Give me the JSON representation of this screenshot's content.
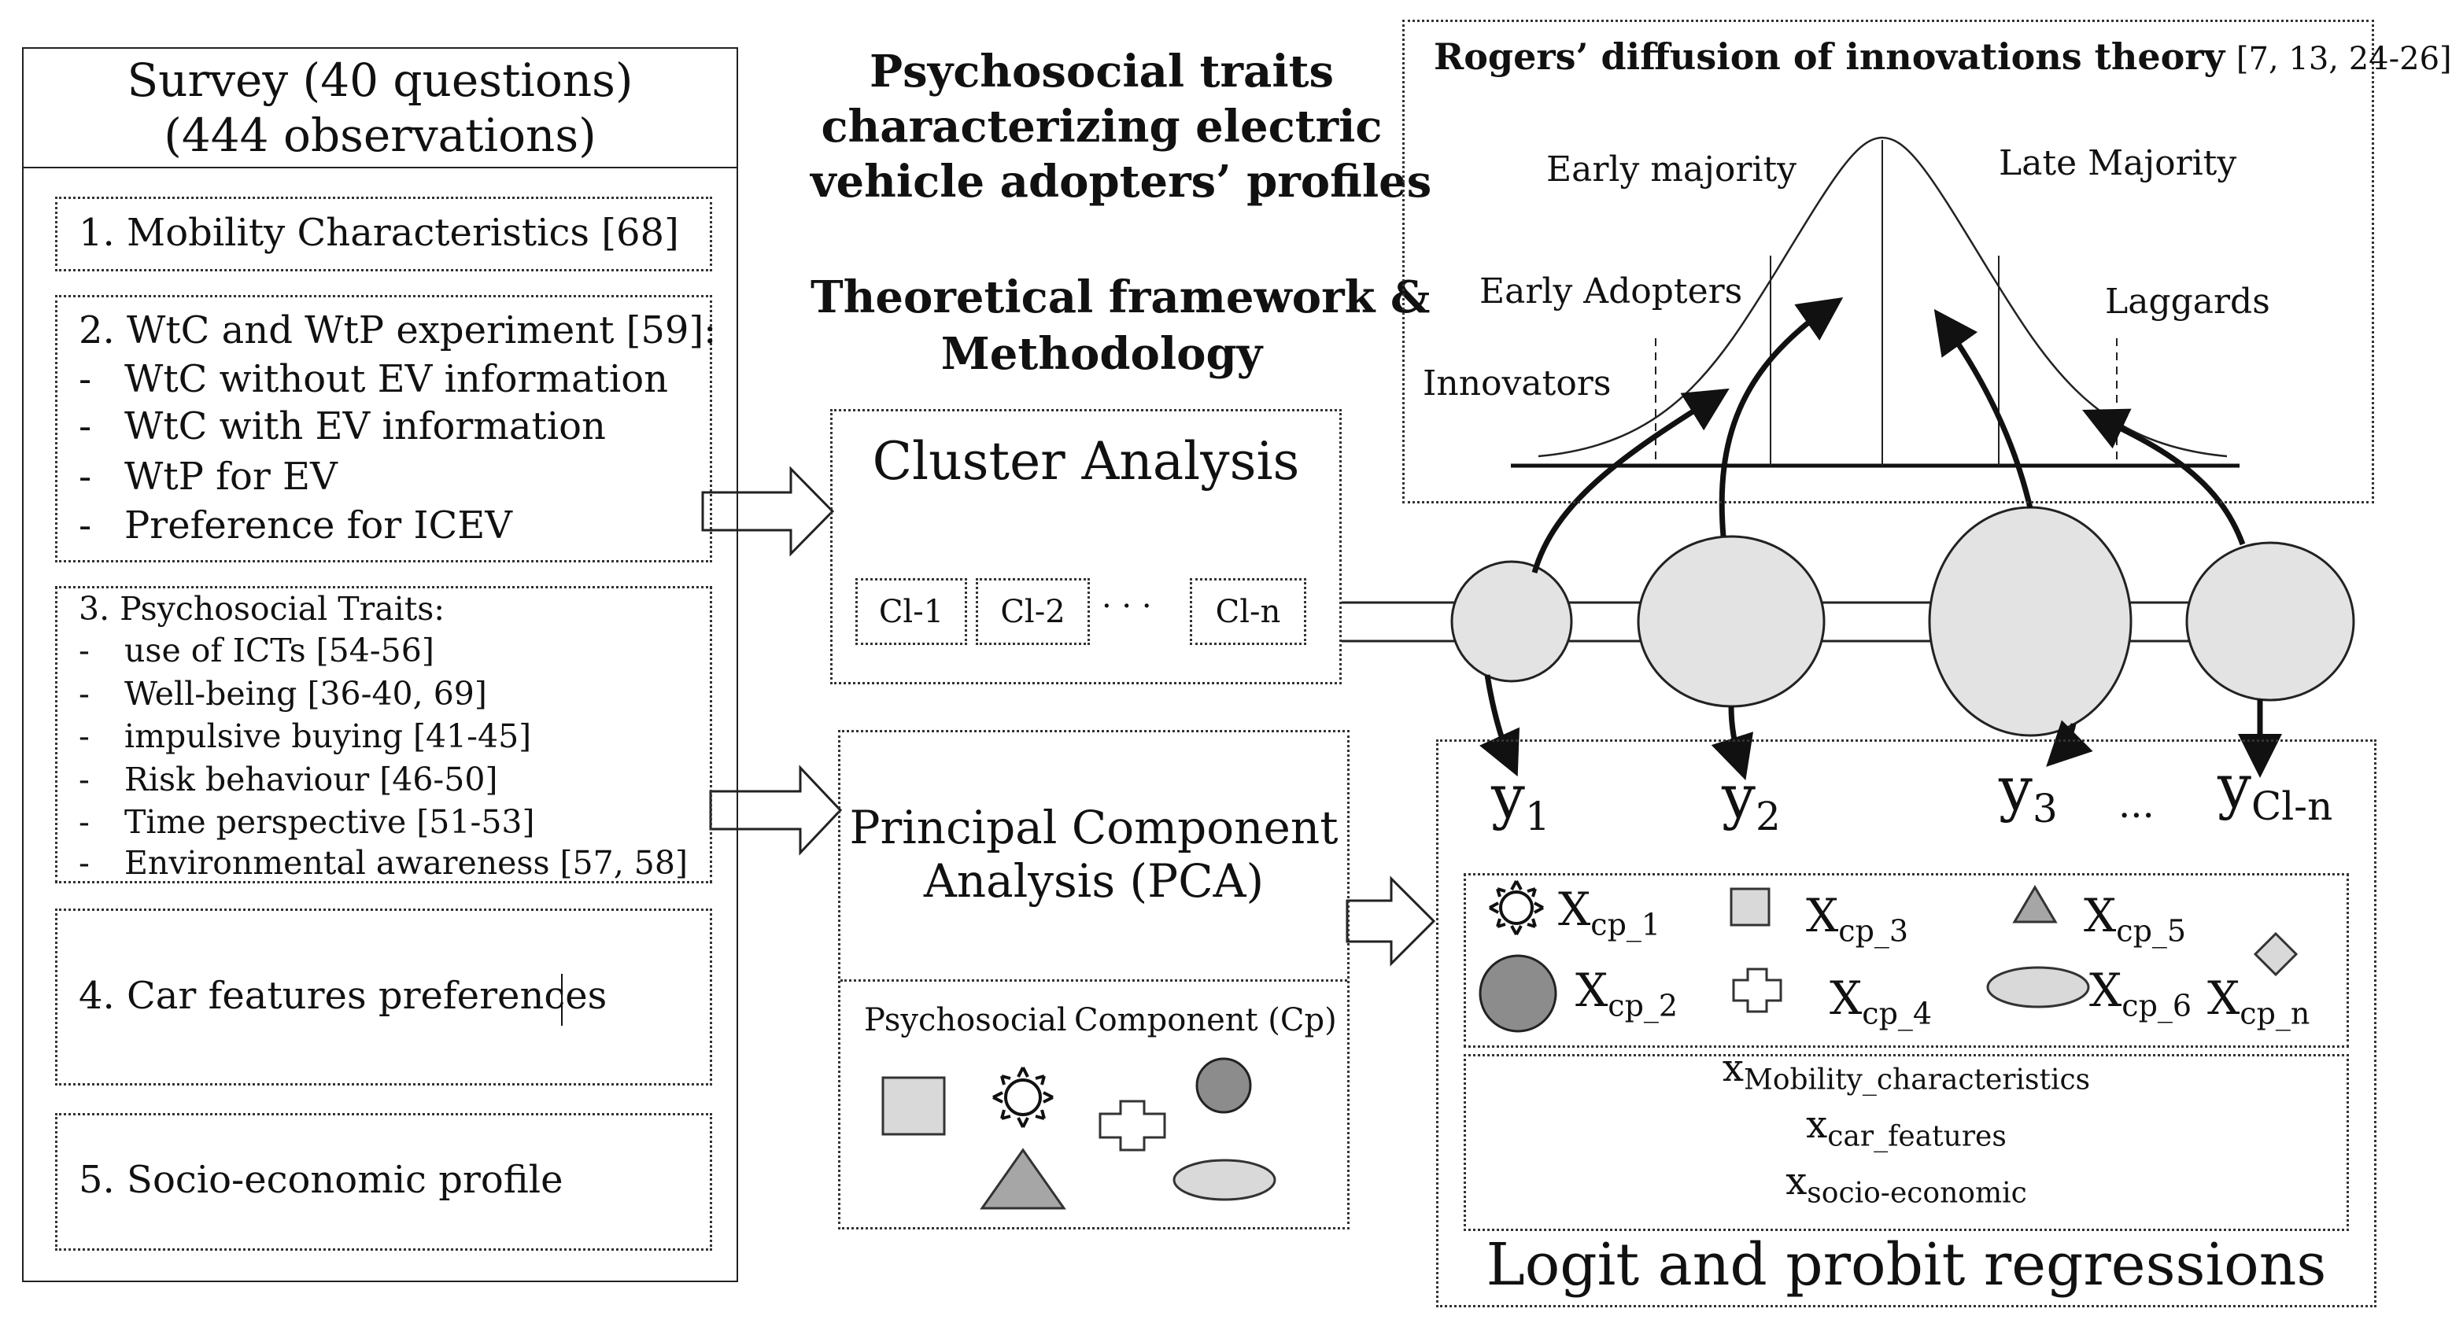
{
  "survey": {
    "header_line1": "Survey (40 questions)",
    "header_line2": "(444 observations)",
    "section1": "1. Mobility Characteristics [68]",
    "section2": {
      "title": "2. WtC and WtP experiment [59]:",
      "items": [
        "WtC without EV information",
        "WtC with EV information",
        "WtP for EV",
        "Preference for ICEV"
      ]
    },
    "section3": {
      "title": "3. Psychosocial Traits:",
      "items": [
        "use of ICTs [54-56]",
        "Well-being [36-40, 69]",
        "impulsive buying [41-45]",
        "Risk behaviour [46-50]",
        "Time perspective [51-53]",
        "Environmental awareness [57, 58]"
      ]
    },
    "section4": "4. Car features preferences",
    "section5": "5. Socio-economic profile",
    "dash": "-"
  },
  "title": {
    "line1": "Psychosocial traits",
    "line2": "characterizing electric",
    "line3": "vehicle adopters’ profiles",
    "sub1": "Theoretical framework &",
    "sub2": "Methodology"
  },
  "cluster": {
    "title": "Cluster Analysis",
    "items": [
      "Cl-1",
      "Cl-2",
      "Cl-n"
    ],
    "ellipsis": "· · ·"
  },
  "pca": {
    "title1": "Principal Component",
    "title2": "Analysis (PCA)",
    "component_label1": "Psychosocial",
    "component_label2": "Component (Cp)"
  },
  "rogers": {
    "title": "Rogers’ diffusion of innovations theory",
    "refs": "[7, 13, 24-26]",
    "labels": {
      "innovators": "Innovators",
      "early_adopters": "Early Adopters",
      "early_majority": "Early majority",
      "late_majority": "Late Majority",
      "laggards": "Laggards"
    }
  },
  "outcomes": {
    "y_base": "y",
    "subs": [
      "1",
      "2",
      "3",
      "Cl-n"
    ],
    "ellipsis": "..."
  },
  "regression": {
    "x_base": "X",
    "vars": [
      {
        "sub": "cp_1",
        "icon": "sun-icon"
      },
      {
        "sub": "cp_2",
        "icon": "circle-icon"
      },
      {
        "sub": "cp_3",
        "icon": "square-icon"
      },
      {
        "sub": "cp_4",
        "icon": "cross-icon"
      },
      {
        "sub": "cp_5",
        "icon": "triangle-icon"
      },
      {
        "sub": "cp_6",
        "icon": "ellipse-icon"
      },
      {
        "sub": "cp_n",
        "icon": "diamond-icon"
      }
    ],
    "controls": {
      "mobility": "Mobility_characteristics",
      "car": "car_features",
      "socio": "socio-economic",
      "x_lower": "x"
    },
    "title": "Logit and probit regressions"
  },
  "colors": {
    "shape_fill": "#d9d9d9",
    "circle_dark": "#8c8c8c",
    "line": "#111111"
  }
}
